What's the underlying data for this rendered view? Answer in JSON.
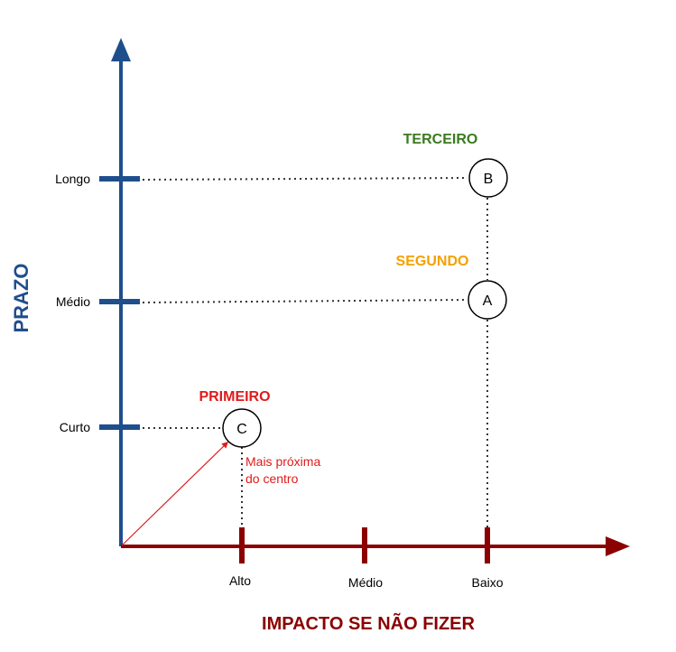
{
  "colors": {
    "y_axis": "#1f4e8c",
    "x_axis": "#8b0000",
    "first": "#e11a1a",
    "second": "#f5a000",
    "third": "#3a7a1e",
    "note": "#e11a1a"
  },
  "y_axis": {
    "title": "PRAZO",
    "ticks": [
      "Curto",
      "Médio",
      "Longo"
    ]
  },
  "x_axis": {
    "title": "IMPACTO SE NÃO FIZER",
    "ticks": [
      "Alto",
      "Médio",
      "Baixo"
    ]
  },
  "nodes": [
    {
      "letter": "C",
      "impact": "Alto",
      "term": "Curto",
      "priority_label": "PRIMEIRO"
    },
    {
      "letter": "A",
      "impact": "Baixo",
      "term": "Médio",
      "priority_label": "SEGUNDO"
    },
    {
      "letter": "B",
      "impact": "Baixo",
      "term": "Longo",
      "priority_label": "TERCEIRO"
    }
  ],
  "note": {
    "line1": "Mais próxima",
    "line2": "do centro"
  }
}
